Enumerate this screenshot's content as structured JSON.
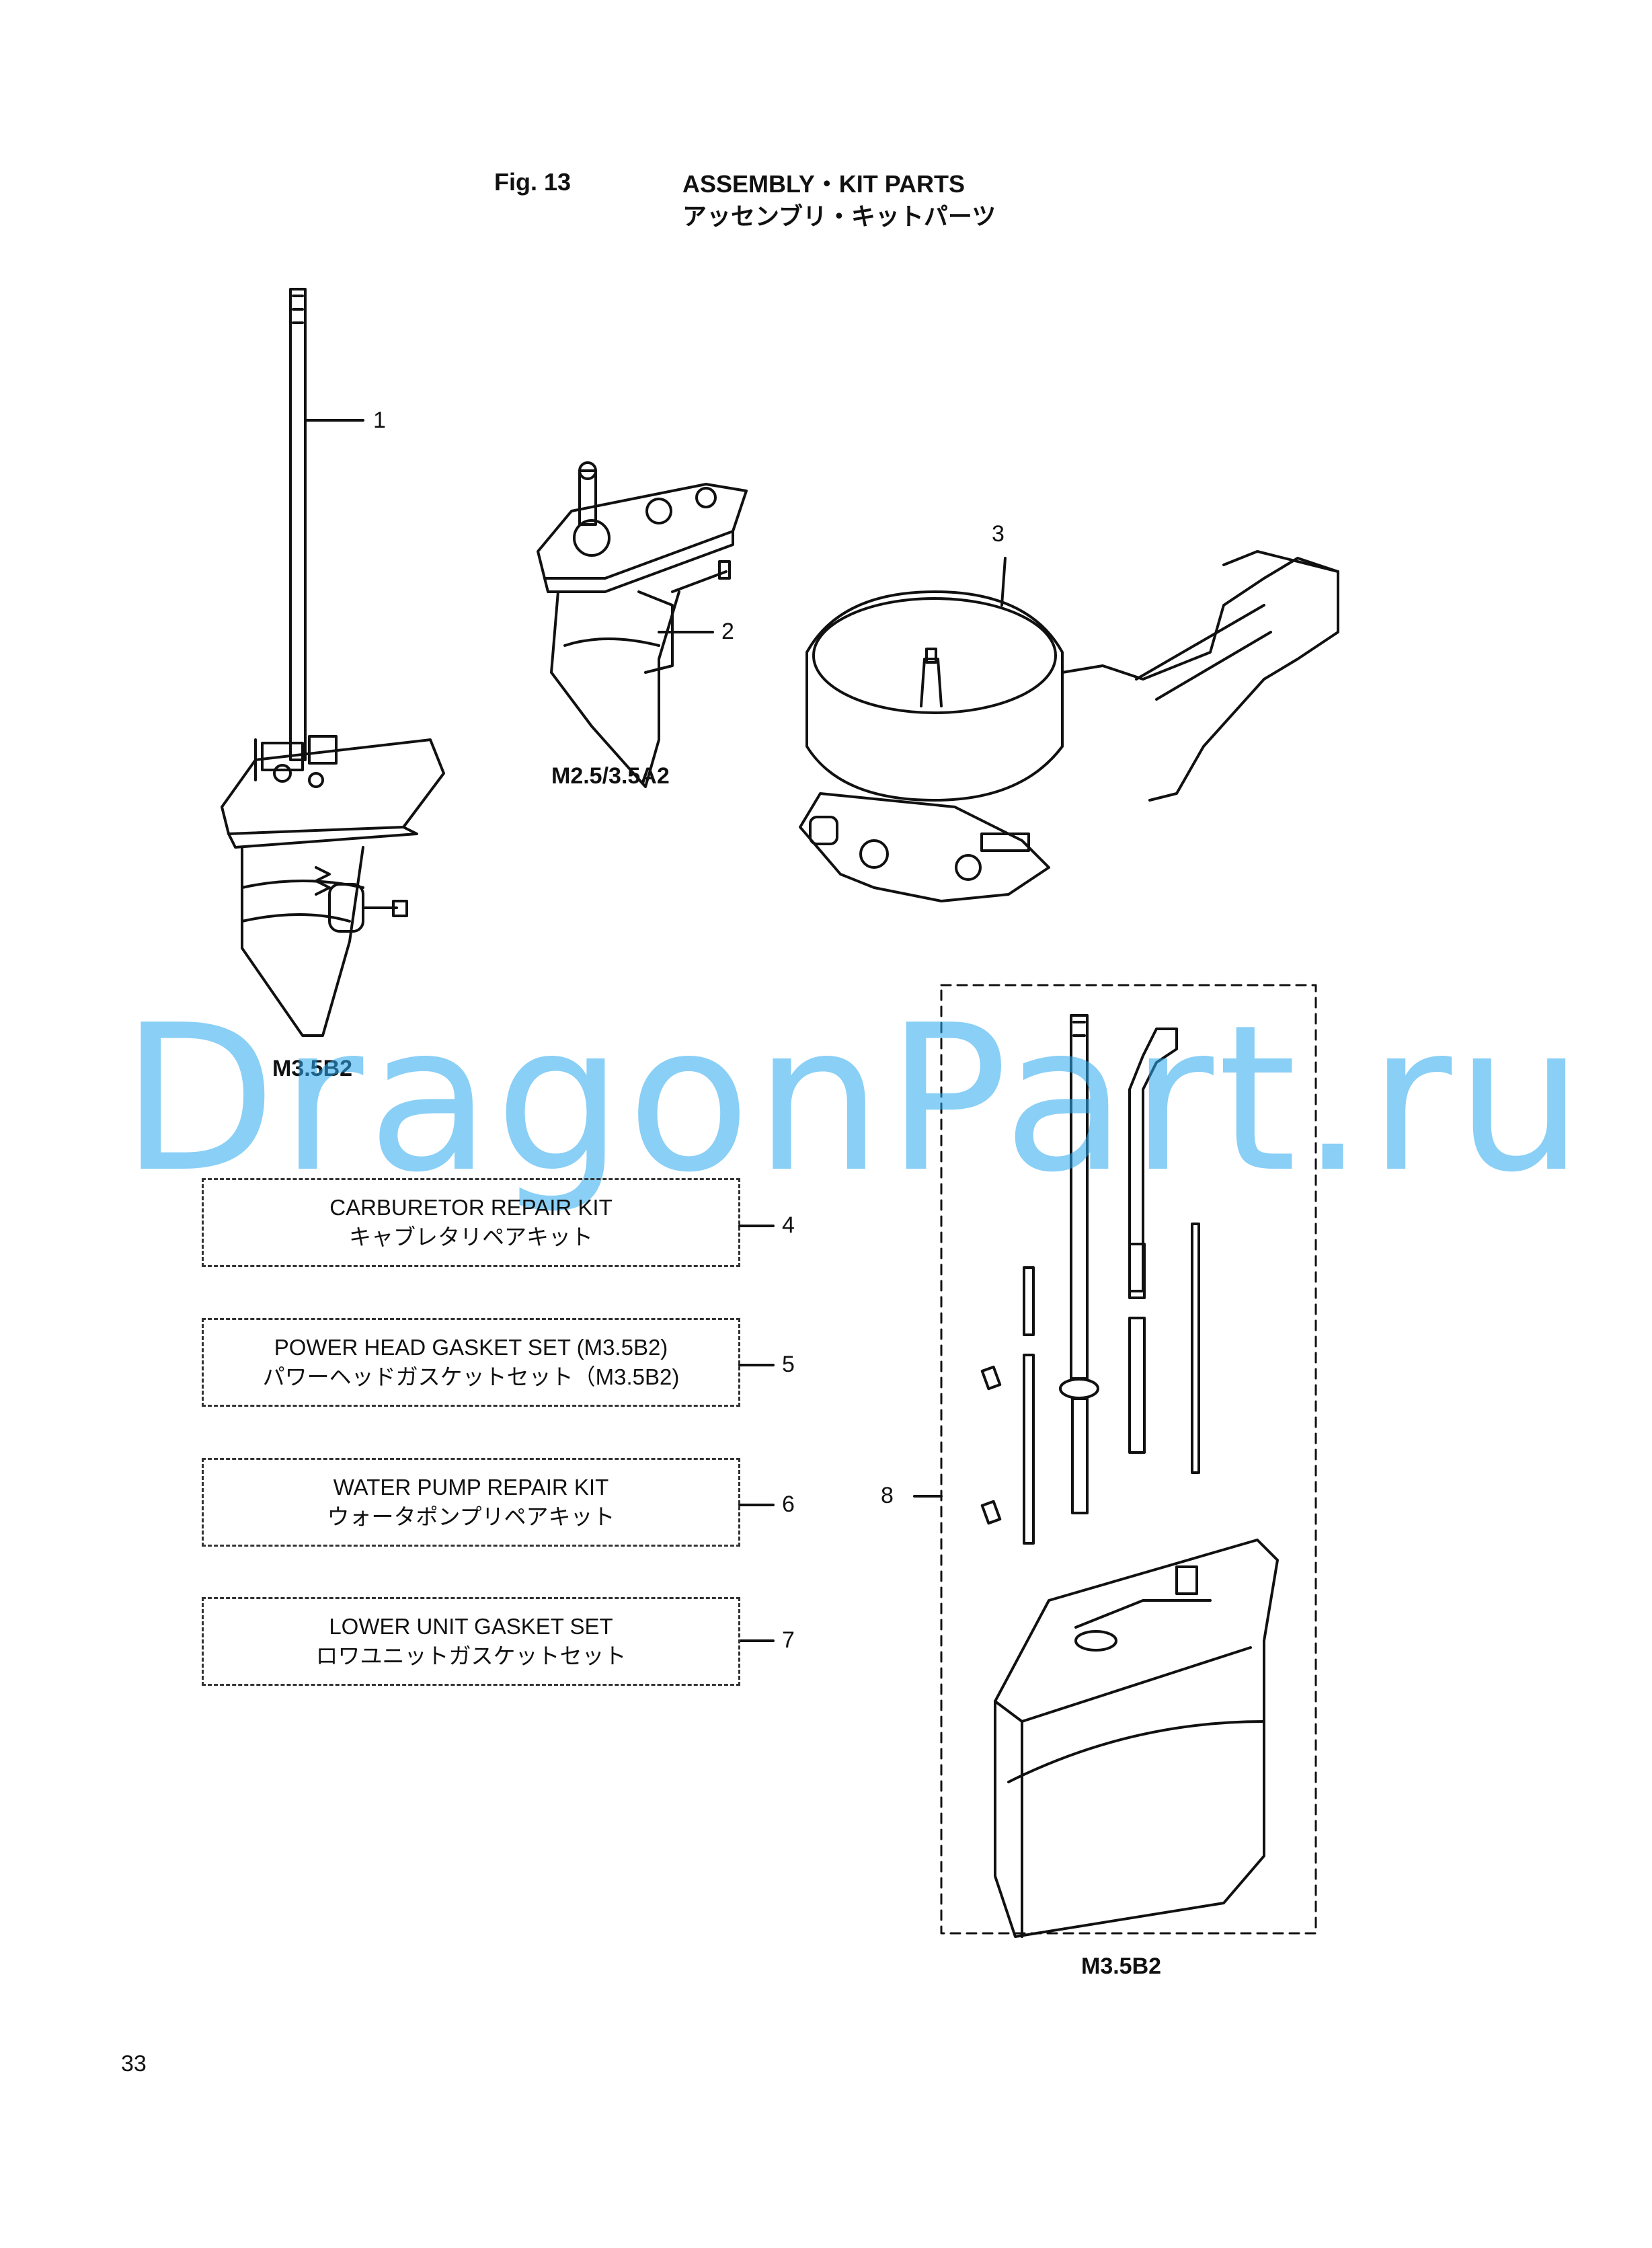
{
  "figure": {
    "number": "Fig. 13",
    "title_en": "ASSEMBLY・KIT PARTS",
    "title_jp": "アッセンブリ・キットパーツ"
  },
  "illustrations": [
    {
      "callout": "1",
      "model_label": "M3.5B2"
    },
    {
      "callout": "2",
      "model_label": "M2.5/3.5A2"
    },
    {
      "callout": "3"
    },
    {
      "callout": "8",
      "model_label": "M3.5B2"
    }
  ],
  "kits": [
    {
      "callout": "4",
      "name_en": "CARBURETOR REPAIR KIT",
      "name_jp": "キャブレタリペアキット"
    },
    {
      "callout": "5",
      "name_en": "POWER HEAD GASKET SET (M3.5B2)",
      "name_jp": "パワーヘッドガスケットセット（M3.5B2)"
    },
    {
      "callout": "6",
      "name_en": "WATER PUMP REPAIR KIT",
      "name_jp": "ウォータポンプリペアキット"
    },
    {
      "callout": "7",
      "name_en": "LOWER UNIT GASKET SET",
      "name_jp": "ロワユニットガスケットセット"
    }
  ],
  "watermark": "DragonPart.ru",
  "page_number": "33"
}
